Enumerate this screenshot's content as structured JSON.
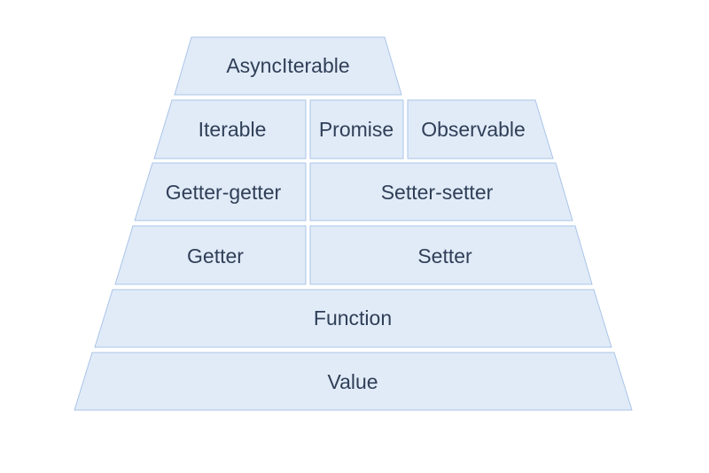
{
  "colors": {
    "fill": "#e1ebf8",
    "stroke": "#a9c4e7",
    "text": "#2f3f57",
    "background": "#ffffff"
  },
  "pyramid": {
    "asynciterable": "AsyncIterable",
    "iterable": "Iterable",
    "promise": "Promise",
    "observable": "Observable",
    "getter_getter": "Getter-getter",
    "setter_setter": "Setter-setter",
    "getter": "Getter",
    "setter": "Setter",
    "function": "Function",
    "value": "Value"
  }
}
